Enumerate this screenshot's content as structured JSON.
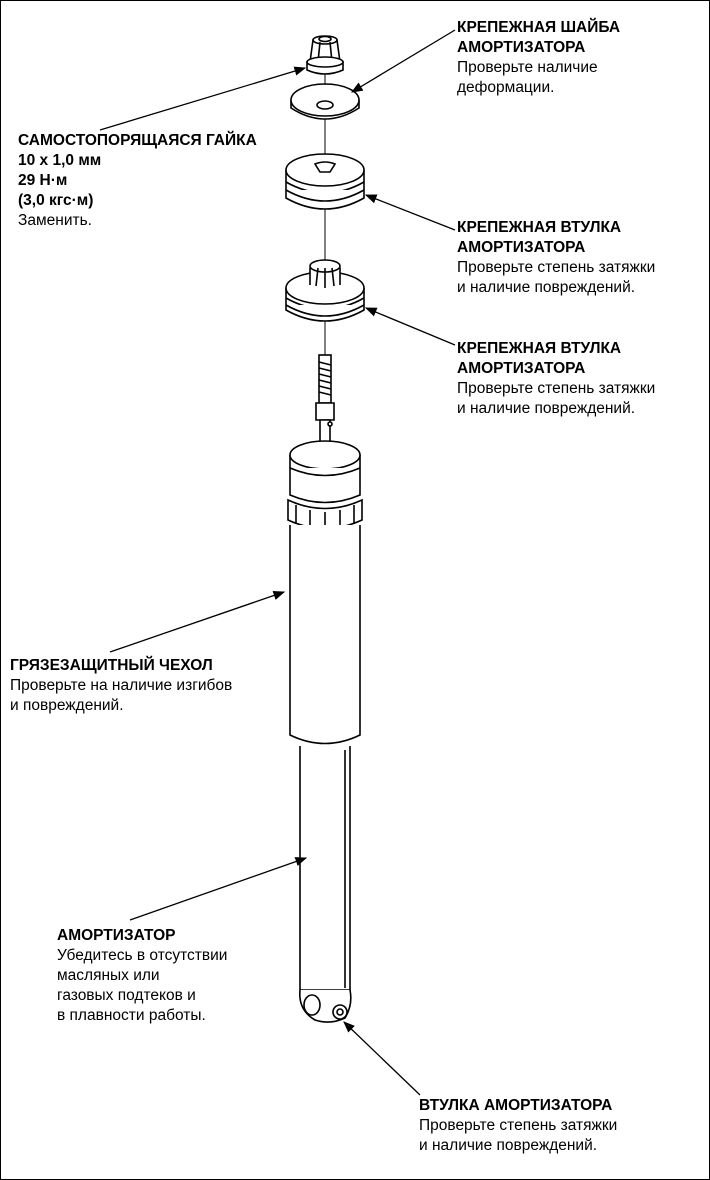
{
  "callouts": {
    "washer": {
      "title1": "КРЕПЕЖНАЯ ШАЙБА",
      "title2": "АМОРТИЗАТОРА",
      "desc1": "Проверьте наличие",
      "desc2": "деформации."
    },
    "nut": {
      "title1": "САМОСТОПОРЯЩАЯСЯ ГАЙКА",
      "spec1": "10 x 1,0 мм",
      "spec2": "29 Н·м",
      "spec3": "(3,0 кгс·м)",
      "desc1": "Заменить."
    },
    "bushing_upper": {
      "title1": "КРЕПЕЖНАЯ ВТУЛКА",
      "title2": "АМОРТИЗАТОРА",
      "desc1": "Проверьте степень затяжки",
      "desc2": "и наличие повреждений."
    },
    "bushing_lower": {
      "title1": "КРЕПЕЖНАЯ ВТУЛКА",
      "title2": "АМОРТИЗАТОРА",
      "desc1": "Проверьте степень затяжки",
      "desc2": "и наличие повреждений."
    },
    "dust_cover": {
      "title1": "ГРЯЗЕЗАЩИТНЫЙ ЧЕХОЛ",
      "desc1": "Проверьте на наличие изгибов",
      "desc2": "и повреждений."
    },
    "shock": {
      "title1": "АМОРТИЗАТОР",
      "desc1": "Убедитесь в отсутствии",
      "desc2": "масляных или",
      "desc3": "газовых подтеков и",
      "desc4": "в плавности работы."
    },
    "shock_bushing": {
      "title1": "ВТУЛКА АМОРТИЗАТОРА",
      "desc1": "Проверьте степень затяжки",
      "desc2": "и наличие повреждений."
    }
  }
}
